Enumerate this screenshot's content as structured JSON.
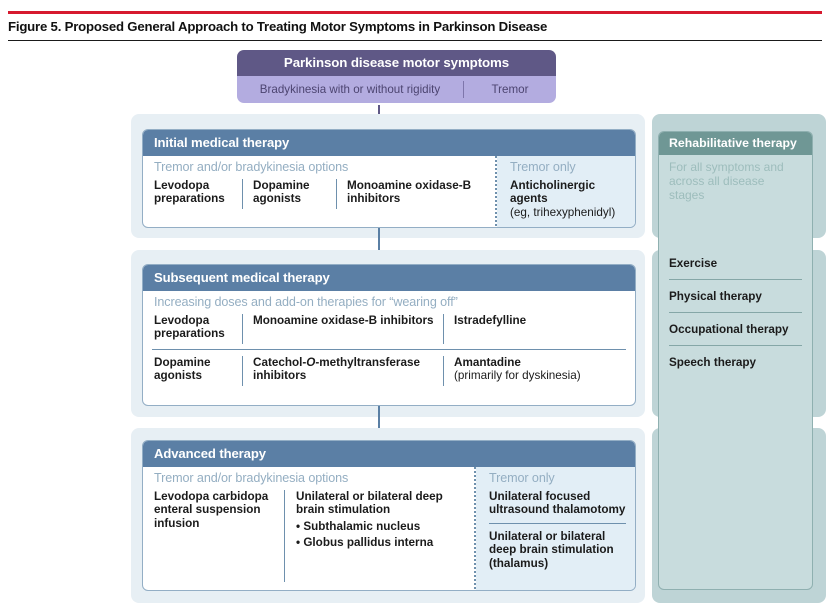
{
  "figure": {
    "title": "Figure 5. Proposed General Approach to Treating Motor Symptoms in Parkinson Disease",
    "accent_rule_color": "#d6192e"
  },
  "symptom_box": {
    "title": "Parkinson disease motor symptoms",
    "left_label": "Bradykinesia with or without rigidity",
    "right_label": "Tremor",
    "header_color": "#5f5886",
    "body_color": "#b3ace0"
  },
  "stages": [
    {
      "id": "initial",
      "header": "Initial medical therapy",
      "left_subhead": "Tremor and/or bradykinesia options",
      "right_subhead": "Tremor only",
      "left_columns": [
        [
          "Levodopa preparations"
        ],
        [
          "Dopamine agonists"
        ],
        [
          "Monoamine oxidase-B inhibitors"
        ]
      ],
      "right_items": [
        {
          "main": "Anticholinergic agents",
          "sub": "(eg, trihexyphenidyl)"
        }
      ]
    },
    {
      "id": "subsequent",
      "header": "Subsequent medical therapy",
      "left_subhead": "Increasing doses and add-on therapies for “wearing off”",
      "rows": [
        [
          {
            "main": "Levodopa preparations"
          },
          {
            "main": "Monoamine oxidase-B inhibitors"
          },
          {
            "main": "Istradefylline"
          }
        ],
        [
          {
            "main": "Dopamine agonists"
          },
          {
            "main": "Catechol-O-methyltransferase inhibitors",
            "italic_char": "O"
          },
          {
            "main": "Amantadine",
            "sub": "(primarily for dyskinesia)"
          }
        ]
      ]
    },
    {
      "id": "advanced",
      "header": "Advanced therapy",
      "left_subhead": "Tremor and/or bradykinesia options",
      "right_subhead": "Tremor only",
      "left_columns": [
        {
          "main": "Levodopa carbidopa enteral suspension infusion"
        },
        {
          "main": "Unilateral or bilateral deep brain stimulation",
          "bullets": [
            "Subthalamic nucleus",
            "Globus pallidus interna"
          ]
        }
      ],
      "right_items": [
        {
          "main": "Unilateral focused ultrasound thalamotomy"
        },
        {
          "main": "Unilateral or bilateral deep brain stimulation (thalamus)"
        }
      ]
    }
  ],
  "rehab": {
    "header": "Rehabilitative therapy",
    "subhead": "For all symptoms and across all disease stages",
    "items": [
      "Exercise",
      "Physical therapy",
      "Occupational therapy",
      "Speech therapy"
    ],
    "header_color": "#6f9795",
    "panel_color": "#bed4d6"
  }
}
